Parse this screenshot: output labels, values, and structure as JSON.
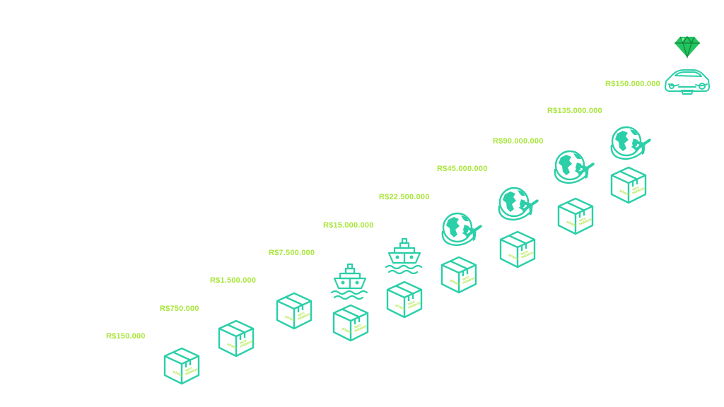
{
  "colors": {
    "accent_teal": "#2bcfa8",
    "label_green": "#a8e63a",
    "diamond_green": "#22c55e",
    "background": "#ffffff"
  },
  "box_text": {
    "line1": "BÔNUS",
    "line2": "RICO",
    "line3": "PRÊMIOS"
  },
  "tiers": [
    {
      "value": "R$150.000",
      "icons": [
        "box-icon"
      ]
    },
    {
      "value": "R$750.000",
      "icons": [
        "box-icon"
      ]
    },
    {
      "value": "R$1.500.000",
      "icons": [
        "box-icon"
      ]
    },
    {
      "value": "R$7.500.000",
      "icons": [
        "box-icon"
      ]
    },
    {
      "value": "R$15.000.000",
      "icons": [
        "box-icon",
        "ship-icon"
      ]
    },
    {
      "value": "R$22.500.000",
      "icons": [
        "box-icon",
        "ship-icon"
      ]
    },
    {
      "value": "R$45.000.000",
      "icons": [
        "box-icon",
        "globe-plane-icon"
      ]
    },
    {
      "value": "R$90.000.000",
      "icons": [
        "box-icon",
        "globe-plane-icon"
      ]
    },
    {
      "value": "R$135.000.000",
      "icons": [
        "box-icon",
        "globe-plane-icon"
      ]
    },
    {
      "value": "R$150.000.000",
      "icons": [
        "box-icon",
        "globe-plane-icon",
        "car-icon",
        "diamond-icon"
      ]
    }
  ]
}
